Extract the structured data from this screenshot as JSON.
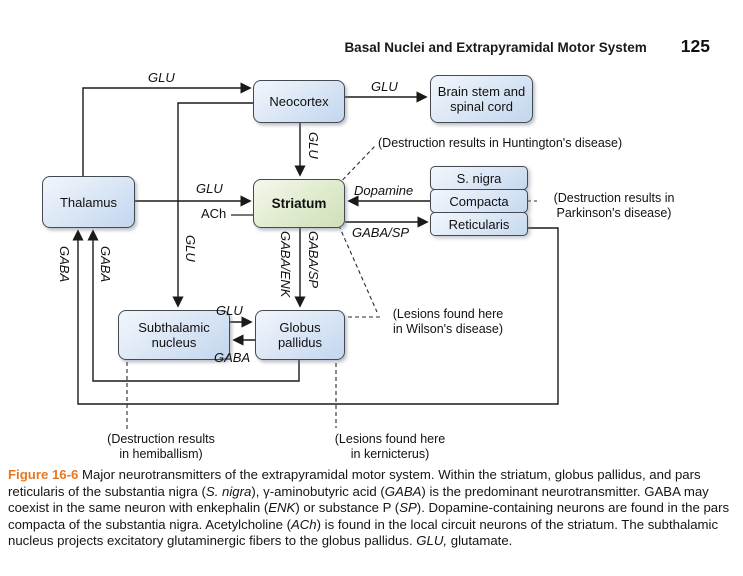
{
  "header": {
    "title": "Basal Nuclei and Extrapyramidal Motor System",
    "page_number": "125"
  },
  "boxes": {
    "neocortex": {
      "label": "Neocortex"
    },
    "brainstem": {
      "line1": "Brain stem and",
      "line2": "spinal cord"
    },
    "thalamus": {
      "label": "Thalamus"
    },
    "striatum": {
      "label": "Striatum"
    },
    "snigra": {
      "row1": "S. nigra",
      "row2": "Compacta",
      "row3": "Reticularis"
    },
    "subthalamic": {
      "line1": "Subthalamic",
      "line2": "nucleus"
    },
    "globus": {
      "line1": "Globus",
      "line2": "pallidus"
    }
  },
  "edges": {
    "thalamus_to_neocortex": {
      "label": "GLU"
    },
    "neocortex_to_brainstem": {
      "label": "GLU"
    },
    "neocortex_to_striatum": {
      "label": "GLU"
    },
    "thalamus_to_striatum": {
      "label": "GLU"
    },
    "ach_local_circuit": {
      "label": "ACh"
    },
    "compacta_to_striatum": {
      "label": "Dopamine"
    },
    "striatum_to_reticularis": {
      "label": "GABA/SP"
    },
    "striatum_to_globus_left": {
      "label": "GABA/ENK"
    },
    "striatum_to_globus_right": {
      "label": "GABA/SP"
    },
    "neocortex_to_subthalamic": {
      "label": "GLU"
    },
    "subthalamic_to_globus": {
      "label": "GLU"
    },
    "globus_to_subthalamic": {
      "label": "GABA"
    },
    "reticularis_to_thalamus": {
      "label": "GABA"
    },
    "globus_to_thalamus": {
      "label": "GABA"
    }
  },
  "annotations": {
    "huntington": {
      "line1": "(Destruction results in Huntington's disease)"
    },
    "parkinson": {
      "line1": "(Destruction results in",
      "line2": "Parkinson's disease)"
    },
    "wilson": {
      "line1": "(Lesions found here",
      "line2": "in Wilson's disease)"
    },
    "hemiballism": {
      "line1": "(Destruction results",
      "line2": "in hemiballism)"
    },
    "kernicterus": {
      "line1": "(Lesions found here",
      "line2": "in kernicterus)"
    }
  },
  "caption": {
    "segments": [
      {
        "t": "Figure 16-6",
        "f": 1
      },
      {
        "t": "  Major neurotransmitters of the extrapyramidal motor system. Within the striatum, globus pallidus, and pars reticularis of the substantia nigra ("
      },
      {
        "t": "S. nigra",
        "i": 1
      },
      {
        "t": "), γ-aminobutyric acid ("
      },
      {
        "t": "GABA",
        "i": 1
      },
      {
        "t": ") is the predominant neurotransmitter. GABA may coexist in the same neuron with enkephalin ("
      },
      {
        "t": "ENK",
        "i": 1
      },
      {
        "t": ") or substance P ("
      },
      {
        "t": "SP",
        "i": 1
      },
      {
        "t": "). Dopamine-containing neurons are found in the pars compacta of the substantia nigra. Acetylcholine ("
      },
      {
        "t": "ACh",
        "i": 1
      },
      {
        "t": ") is found in the local circuit neurons of the striatum. The subthalamic nucleus projects excitatory glutaminergic fibers to the globus pallidus. "
      },
      {
        "t": "GLU,",
        "i": 1
      },
      {
        "t": " glutamate."
      }
    ]
  },
  "colors": {
    "figure_label": "#e87722",
    "box_blue": "#c2d6ee",
    "box_green": "#cfe0ba",
    "box_border": "#434a52",
    "line": "#1a1a1a"
  }
}
